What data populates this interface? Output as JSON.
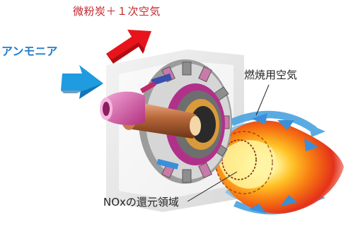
{
  "labels": {
    "coal_primary_air": "微粉炭＋１次空気",
    "ammonia": "アンモニア",
    "combustion_air": "燃焼用空気",
    "nox_reduction_zone": "NOxの還元領域"
  },
  "colors": {
    "coal_arrow": "#e8141c",
    "ammonia_arrow": "#1f9be0",
    "combustion_air_arrow": "#4aa3e0",
    "flame_core": "#fff6a8",
    "flame_outer": "#e32a18",
    "burner_copper": "#b86a3c",
    "burner_magenta": "#b0308a"
  },
  "icons": {
    "coal_arrow": "red-arrow-icon",
    "ammonia_arrow": "blue-arrow-icon",
    "burner": "burner-icon",
    "flame": "flame-icon"
  }
}
